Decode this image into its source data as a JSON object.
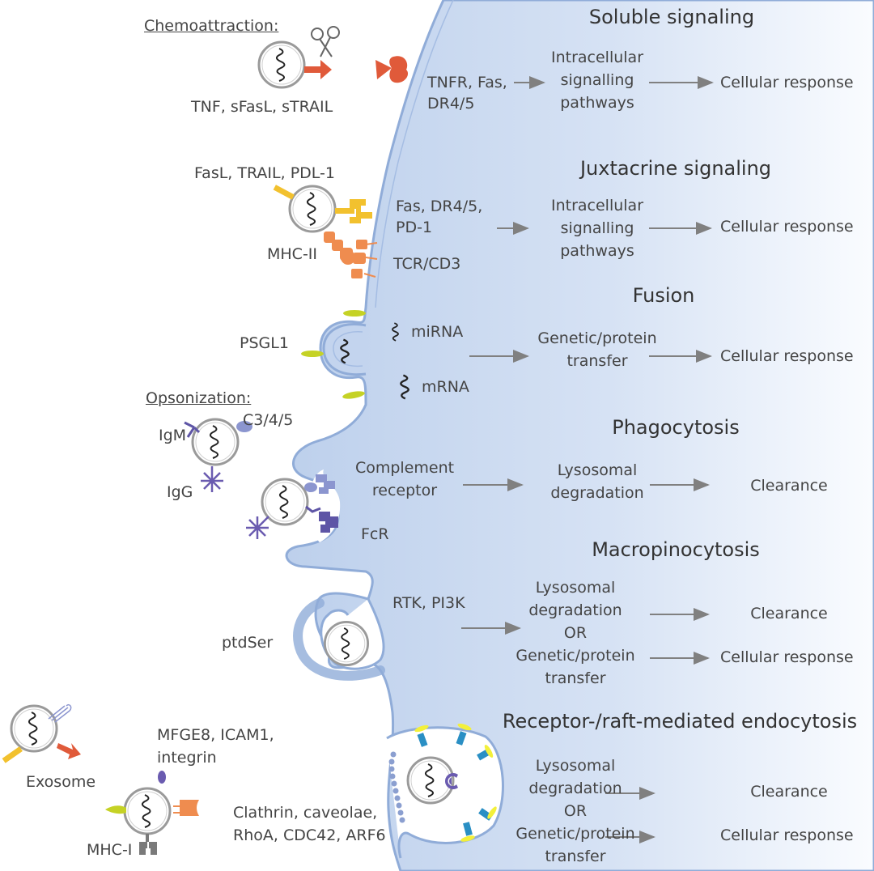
{
  "colors": {
    "cell_fill": "#c3d4ee",
    "cell_edge": "#90acd8",
    "orange_red": "#e05a3a",
    "yellow": "#f2c12e",
    "orange": "#ef8c4f",
    "lime": "#c5d225",
    "lavender": "#8b95cf",
    "purple": "#5e55a6",
    "blue": "#2a8fc4",
    "bright_yellow": "#f3f03a",
    "grey": "#8a8a8a",
    "text": "#3e3e3e",
    "arrow": "#808080"
  },
  "left": {
    "chemoattraction": "Chemoattraction:",
    "chemo_ligands": "TNF, sFasL, sTRAIL",
    "juxta_ligands": "FasL, TRAIL, PDL-1",
    "mhc2": "MHC-II",
    "psgl1": "PSGL1",
    "opsonization": "Opsonization:",
    "igm": "IgM",
    "c345": "C3/4/5",
    "igg": "IgG",
    "ptdser": "ptdSer",
    "exosome": "Exosome",
    "mfge8": "MFGE8, ICAM1,",
    "integrin": "integrin",
    "mhc1": "MHC-I",
    "clathrin_1": "Clathrin, caveolae,",
    "clathrin_2": "RhoA, CDC42, ARF6"
  },
  "receptors": {
    "tnfr_1": "TNFR, Fas,",
    "tnfr_2": "DR4/5",
    "fas_1": "Fas, DR4/5,",
    "fas_2": "PD-1",
    "tcr": "TCR/CD3",
    "mirna": "miRNA",
    "mrna": "mRNA",
    "complement_1": "Complement",
    "complement_2": "receptor",
    "fcr": "FcR",
    "rtk": "RTK, PI3K"
  },
  "sections": [
    {
      "title": "Soluble signaling",
      "middle": [
        "Intracellular",
        "signalling",
        "pathways"
      ],
      "outcomes": [
        "Cellular response"
      ]
    },
    {
      "title": "Juxtacrine signaling",
      "middle": [
        "Intracellular",
        "signalling",
        "pathways"
      ],
      "outcomes": [
        "Cellular response"
      ]
    },
    {
      "title": "Fusion",
      "middle": [
        "Genetic/protein",
        "transfer"
      ],
      "outcomes": [
        "Cellular response"
      ]
    },
    {
      "title": "Phagocytosis",
      "middle": [
        "Lysosomal",
        "degradation"
      ],
      "outcomes": [
        "Clearance"
      ]
    },
    {
      "title": "Macropinocytosis",
      "middle": [
        "Lysosomal",
        "degradation",
        "OR",
        "Genetic/protein",
        "transfer"
      ],
      "outcomes": [
        "Clearance",
        "Cellular response"
      ]
    },
    {
      "title": "Receptor-/raft-mediated endocytosis",
      "middle": [
        "Lysosomal",
        "degradation",
        "OR",
        "Genetic/protein",
        "transfer"
      ],
      "outcomes": [
        "Clearance",
        "Cellular response"
      ]
    }
  ]
}
